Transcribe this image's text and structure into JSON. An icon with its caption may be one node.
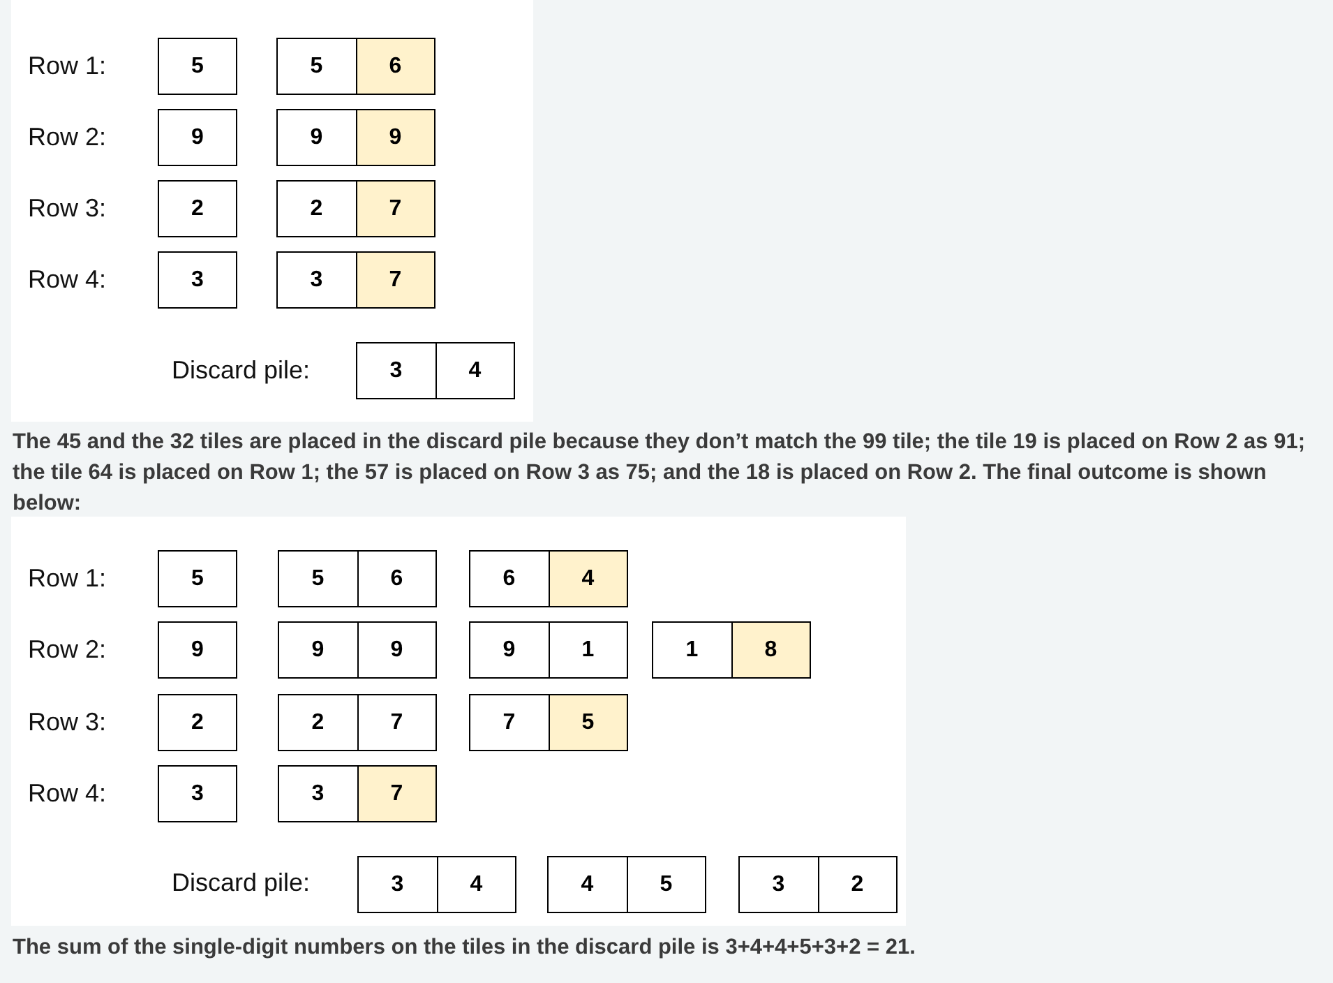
{
  "diagram": {
    "nodes": [
      {
        "text": [
          "5"
        ]
      },
      {
        "text": [
          "5",
          "6"
        ]
      },
      {
        "text": [
          "9"
        ]
      },
      {
        "text": [
          "9",
          "9"
        ]
      },
      {
        "text": [
          "2"
        ]
      },
      {
        "text": [
          "2",
          "7"
        ]
      },
      {
        "text": [
          "3"
        ]
      },
      {
        "text": [
          "3",
          "7"
        ]
      },
      {
        "text": [
          "3",
          "4"
        ]
      },
      {
        "text": [
          "5"
        ]
      },
      {
        "text": [
          "5",
          "6"
        ]
      },
      {
        "text": [
          "6",
          "4"
        ]
      },
      {
        "text": [
          "9"
        ]
      },
      {
        "text": [
          "9",
          "9"
        ]
      },
      {
        "text": [
          "9",
          "1"
        ]
      },
      {
        "text": [
          "1",
          "8"
        ]
      },
      {
        "text": [
          "2"
        ]
      },
      {
        "text": [
          "2",
          "7"
        ]
      },
      {
        "text": [
          "7",
          "5"
        ]
      },
      {
        "text": [
          "3"
        ]
      },
      {
        "text": [
          "3",
          "7"
        ]
      },
      {
        "text": [
          "3",
          "4"
        ]
      },
      {
        "text": [
          "4",
          "5"
        ]
      },
      {
        "text": [
          "3",
          "2"
        ]
      }
    ],
    "labels": [
      "Row 1:",
      "Row 2:",
      "Row 3:",
      "Row 4:",
      "Discard pile:",
      "The 45 and the 32 tiles are placed in the discard pile because they don’t match the 99 tile; the tile 19 is placed on Row 2 as 91; the tile 64 is placed on Row 1; the 57 is placed on Row 3 as 75; and the 18 is placed on Row 2.  The final outcome is shown below:",
      "Row 1:",
      "Row 2:",
      "Row 3:",
      "Row 4:",
      "Discard pile:",
      "The sum of the single-digit numbers on the tiles in the discard pile is 3+4+4+5+3+2 = 21."
    ]
  }
}
